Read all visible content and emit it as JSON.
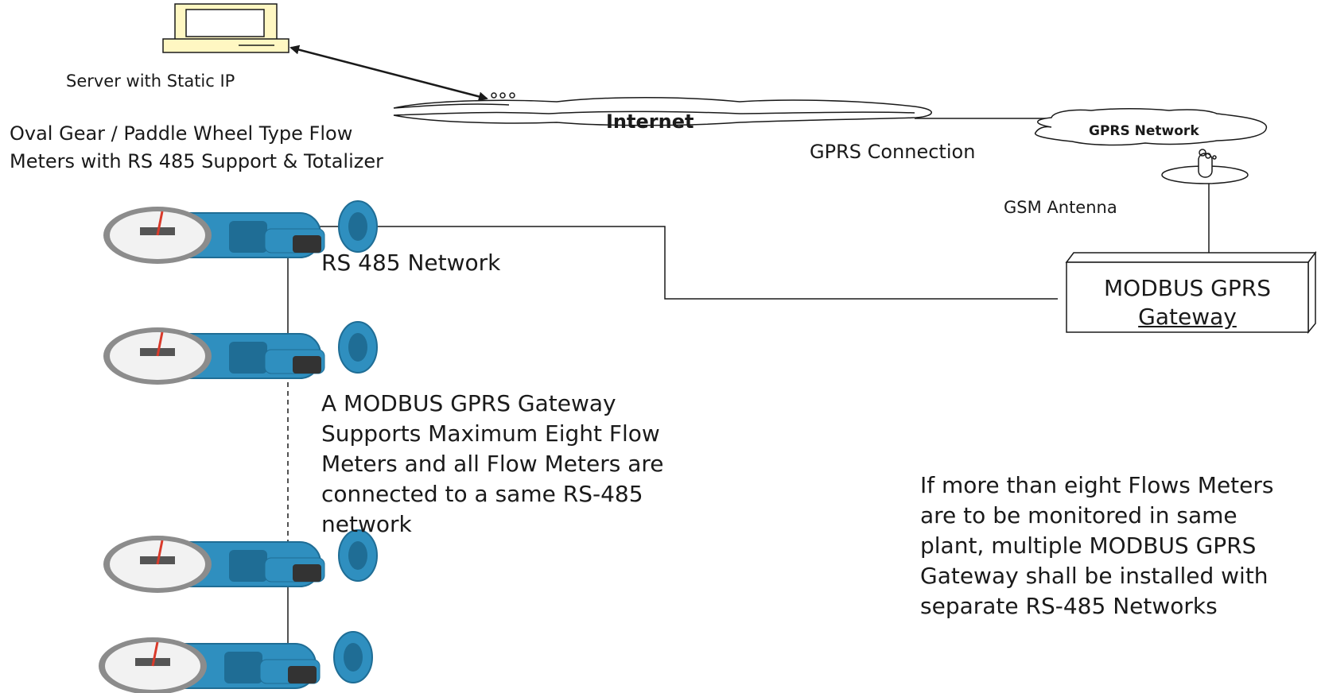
{
  "labels": {
    "server": "Server with Static IP",
    "internet": "Internet",
    "gprs_connection": "GPRS Connection",
    "gprs_network": "GPRS Network",
    "gsm_antenna": "GSM Antenna",
    "flow_meters": [
      "Oval Gear / Paddle Wheel Type Flow",
      "Meters with RS 485 Support & Totalizer"
    ],
    "rs485_network": "RS 485 Network",
    "gateway": [
      "MODBUS GPRS",
      "Gateway"
    ]
  },
  "notes": {
    "gateway_capacity": [
      "A  MODBUS GPRS Gateway",
      "Supports Maximum Eight Flow",
      "Meters and all Flow Meters are",
      "connected to a same RS-485",
      "network"
    ],
    "multiple_gateways": [
      "If more than eight Flows Meters",
      "are to be monitored in same",
      "plant, multiple MODBUS GPRS",
      "Gateway shall be installed with",
      "separate RS-485 Networks"
    ]
  },
  "colors": {
    "line": "#1a1a1a",
    "meter_body": "#2f8fbf",
    "meter_body_dark": "#1f6d95",
    "dial_rim": "#8c8c8c",
    "dial_face": "#f2f2f2",
    "pointer": "#d93a2b"
  },
  "icons": {
    "server": "desktop-computer-icon",
    "antenna": "gsm-antenna-icon",
    "flow_meter": "oval-gear-flow-meter-icon"
  }
}
